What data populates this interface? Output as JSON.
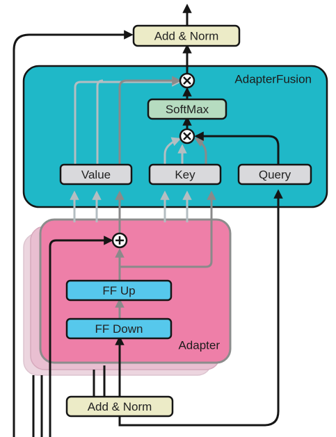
{
  "diagram": {
    "regions": {
      "adapter_fusion": {
        "title": "AdapterFusion",
        "color": "#1fb8c8"
      },
      "adapter": {
        "title": "Adapter",
        "color": "#ee7fa8"
      }
    },
    "blocks": {
      "add_norm_top": {
        "label": "Add & Norm",
        "color": "#ecebc7"
      },
      "softmax": {
        "label": "SoftMax",
        "color": "#b6dcc0"
      },
      "value": {
        "label": "Value",
        "color": "#d9d9dc"
      },
      "key": {
        "label": "Key",
        "color": "#d9d9dc"
      },
      "query": {
        "label": "Query",
        "color": "#d9d9dc"
      },
      "ff_up": {
        "label": "FF Up",
        "color": "#56c8ec"
      },
      "ff_down": {
        "label": "FF Down",
        "color": "#56c8ec"
      },
      "add_norm_bottom": {
        "label": "Add & Norm",
        "color": "#ecebc7"
      }
    },
    "operators": {
      "multiply_top": {
        "symbol": "⊗",
        "icon": "multiply-icon"
      },
      "multiply_mid": {
        "symbol": "⊗",
        "icon": "multiply-icon"
      },
      "add": {
        "symbol": "⊕",
        "icon": "add-icon"
      }
    },
    "colors": {
      "line": "#151515",
      "faded_arrow": "#b4bec2",
      "arrow_grey": "#8a8a8a"
    }
  }
}
